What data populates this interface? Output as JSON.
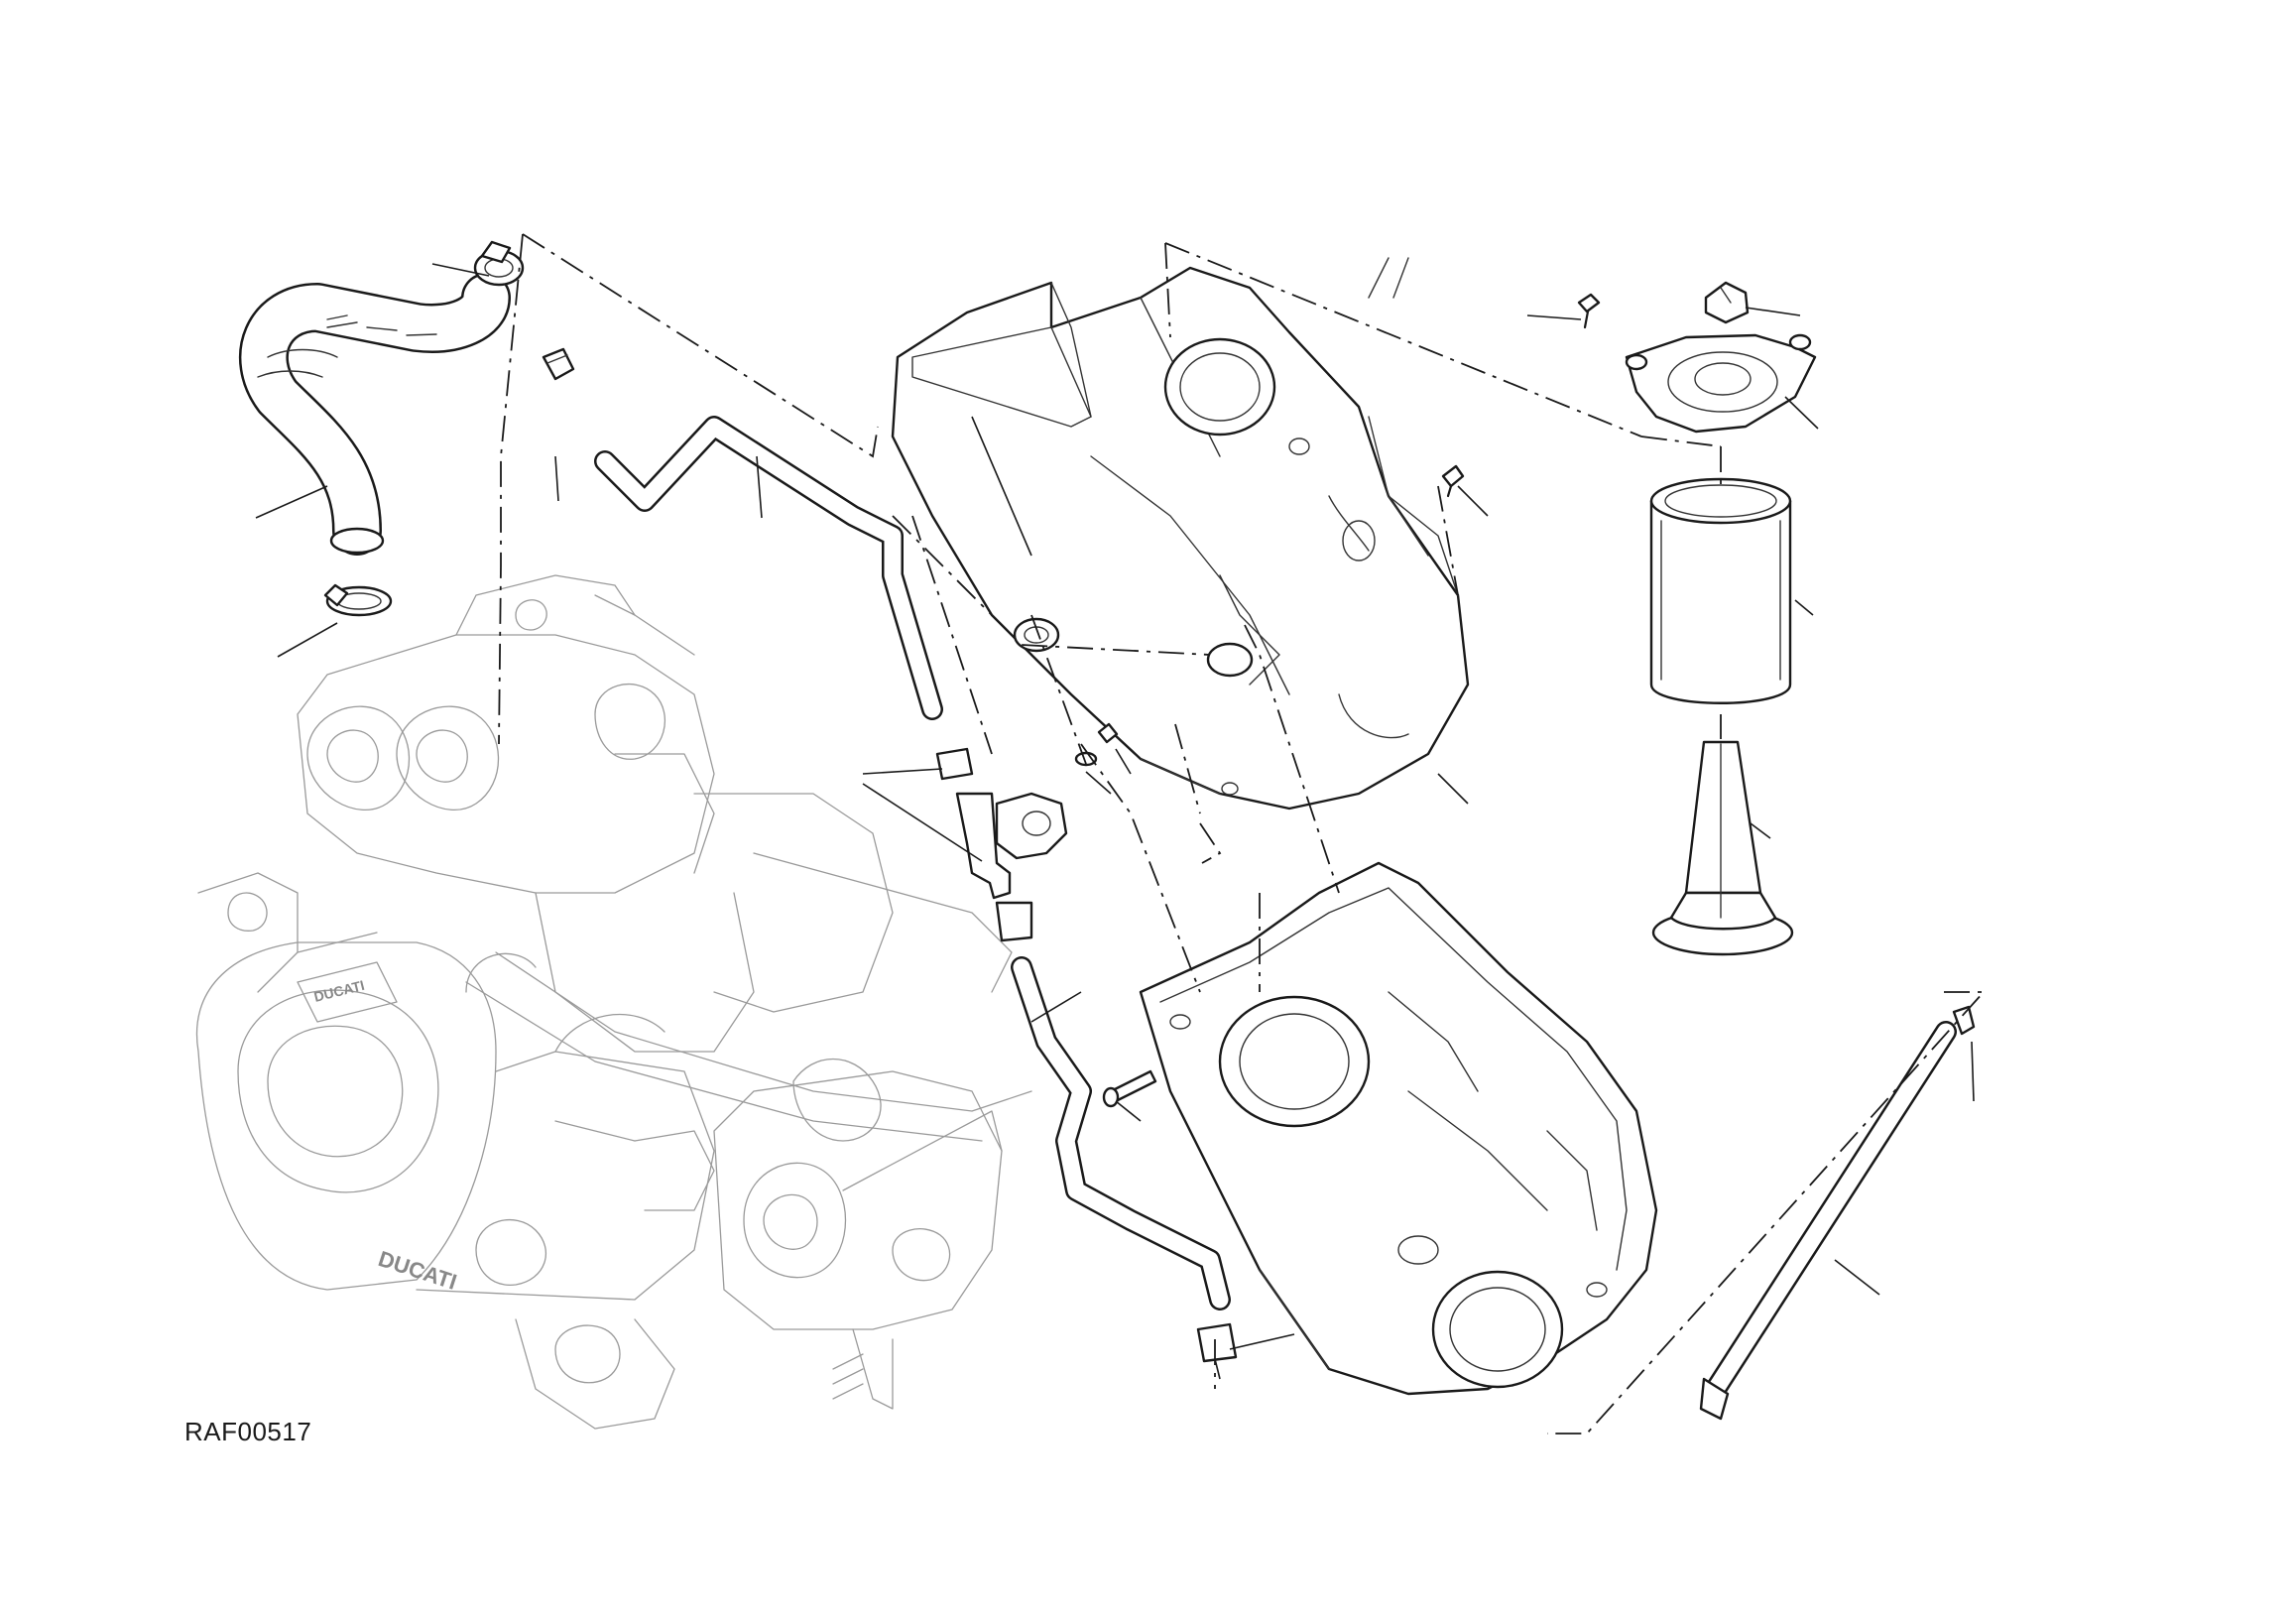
{
  "diagram": {
    "reference_code": "RAF00517",
    "brand_marks": [
      "DUCATI",
      "DUCATI"
    ]
  },
  "colors": {
    "line": "#1a1a1a",
    "background": "#ffffff",
    "faint_line": "#9a9a9a"
  }
}
